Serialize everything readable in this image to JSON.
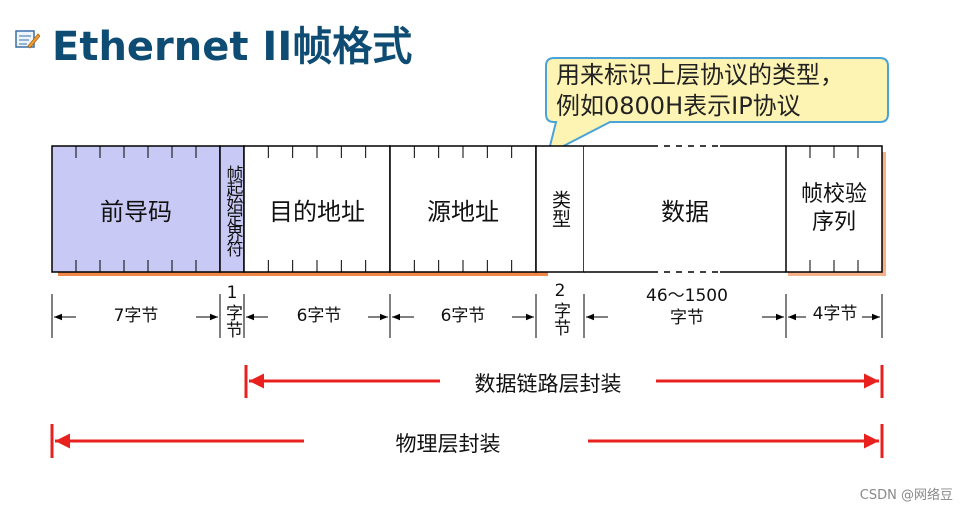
{
  "title": "Ethernet II帧格式",
  "callout": {
    "line1": "用来标识上层协议的类型，",
    "line2": "例如0800H表示IP协议"
  },
  "fields": {
    "preamble": "前导码",
    "sfd": "帧起始定界符",
    "dest": "目的地址",
    "src": "源地址",
    "type": "类型",
    "data": "数据",
    "fcs_line1": "帧校验",
    "fcs_line2": "序列"
  },
  "sizes": {
    "preamble": "7字节",
    "sfd_num": "1",
    "sfd_unit": "字节",
    "dest": "6字节",
    "src": "6字节",
    "type_num": "2",
    "type_unit": "字节",
    "data_range": "46～1500",
    "data_unit": "字节",
    "fcs": "4字节"
  },
  "encapsulation": {
    "datalink": "数据链路层封装",
    "physical": "物理层封装"
  },
  "watermark": "CSDN @网络豆",
  "colors": {
    "title": "#0e4c73",
    "preamble_fill": "#c9c9f5",
    "callout_fill": "#fdf4b3",
    "callout_border": "#4aa3d8",
    "arrow_red": "#e8211e",
    "shadow_orange": "#f0884a"
  }
}
